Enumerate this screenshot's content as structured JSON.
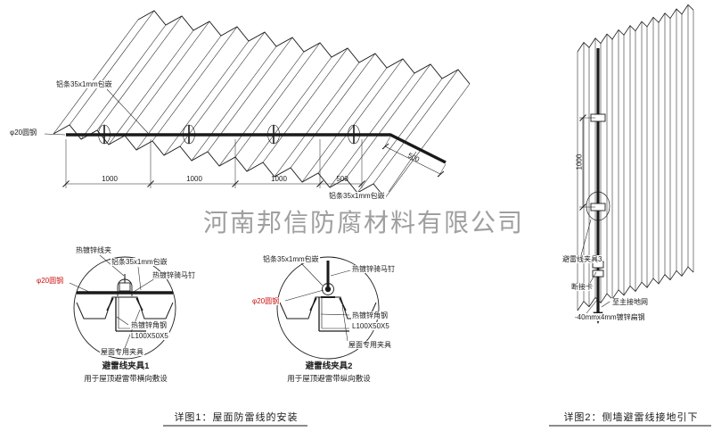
{
  "watermark": "河南邦信防腐材料有限公司",
  "fig1": {
    "caption": "详图1：屋面防雷线的安装",
    "roof": {
      "strip_top": "铝条35x1mm包嵌",
      "rod": "φ20圆钢",
      "strip_right": "铝条35x1mm包嵌",
      "dims": [
        "1000",
        "1000",
        "1000",
        "500"
      ],
      "dim_slant": "500"
    },
    "detail1": {
      "title": "避雷线夹具1",
      "subtitle": "用于屋顶避雷带横向敷设",
      "labels": {
        "wire_clamp": "热镀锌线夹",
        "strip": "铝条35x1mm包嵌",
        "saddle": "热镀锌骑马钉",
        "rod": "φ20圆钢",
        "angle_steel": "热镀锌角钢",
        "angle_spec": "L100X50X5",
        "roof_clamp": "屋面专用夹具"
      }
    },
    "detail2": {
      "title": "避雷线夹具2",
      "subtitle": "用于屋顶避雷带纵向敷设",
      "labels": {
        "strip": "铝条35x1mm包嵌",
        "saddle": "热镀锌骑马钉",
        "rod": "φ20圆钢",
        "angle_steel": "热镀锌角钢",
        "angle_spec": "L100X50X5",
        "roof_clamp": "屋面专用夹具"
      }
    }
  },
  "fig2": {
    "caption": "详图2：侧墙避雷线接地引下",
    "labels": {
      "clamp3": "避雷线夹具3",
      "disconnect": "断接卡",
      "to_ground": "至主接地网",
      "flat_steel": "-40mmx4mm镀锌扁钢"
    },
    "dim": "1000"
  },
  "colors": {
    "line": "#1a1a1a",
    "red": "#cc1111",
    "watermark": "#8f8f8f"
  }
}
